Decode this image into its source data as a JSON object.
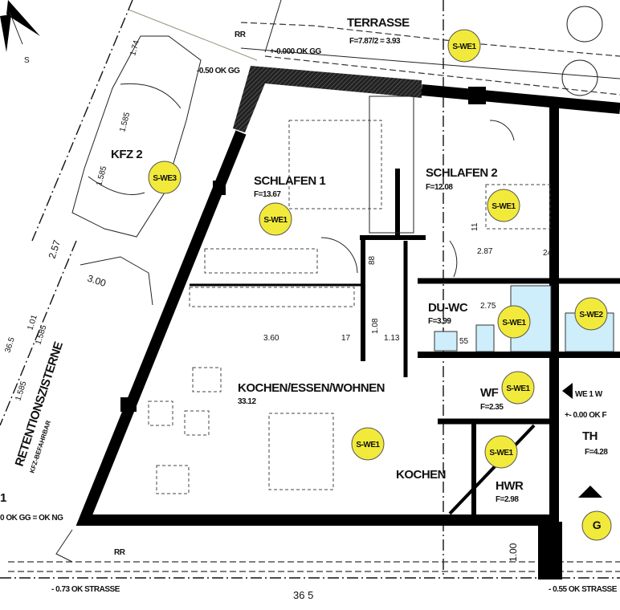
{
  "compass": {
    "label": "S"
  },
  "terrace": {
    "name": "TERRASSE",
    "area": "F=7.87/2 = 3.93"
  },
  "levels": {
    "rr_top": "RR",
    "gg_zero": "+-0.000 OK GG",
    "gg_minus": "-0.50 OK GG",
    "rr_bottom": "RR",
    "gg_ng": "0 OK GG = OK NG",
    "street_left": "- 0.73 OK STRASSE",
    "street_right": "- 0.55 OK STRASSE",
    "fl_we1": "+- 0.00 OK F"
  },
  "parking": {
    "name": "KFZ 2",
    "dims": [
      "1.74",
      "1.585",
      "1.585",
      "1.01",
      "36.5"
    ]
  },
  "cistern": {
    "name": "RETENTIONSZISTERNE",
    "note": "KFZ-BEFAHRBAR",
    "edge_mark": "1"
  },
  "rooms": [
    {
      "name": "SCHLAFEN 1",
      "area": "F=13.67"
    },
    {
      "name": "SCHLAFEN 2",
      "area": "F=12.08"
    },
    {
      "name": "DU-WC",
      "area": "F=3.99"
    },
    {
      "name": "KOCHEN/ESSEN/WOHNEN",
      "area": "33.12"
    },
    {
      "name": "KOCHEN",
      "area": ""
    },
    {
      "name": "WF",
      "area": "F=2.35"
    },
    {
      "name": "HWR",
      "area": "F=2.98"
    },
    {
      "name": "TH",
      "area": "F=4.28"
    }
  ],
  "entrance": {
    "label": "WE 1  W"
  },
  "tags": [
    "S-WE1",
    "S-WE3",
    "S-WE1",
    "S-WE1",
    "S-WE1",
    "S-WE2",
    "S-WE1",
    "S-WE1",
    "S-WE1",
    "G"
  ],
  "dimensions": {
    "d300": "3.00",
    "d257": "2.57",
    "d1585a": "1.585",
    "d101": "1.01",
    "d1585b": "1.585",
    "d365": "36.5",
    "d360": "3.60",
    "d17": "17",
    "d108": "1.08",
    "d113": "1.13",
    "d275": "2.75",
    "d287": "2.87",
    "d24": "24",
    "d88": "88",
    "d11": "11",
    "d100": "1.00",
    "bottom365": "36 5",
    "d55": "55"
  },
  "colors": {
    "tag": "#f2ea3a",
    "fixture": "#cdeefa",
    "wall": "#000000"
  }
}
